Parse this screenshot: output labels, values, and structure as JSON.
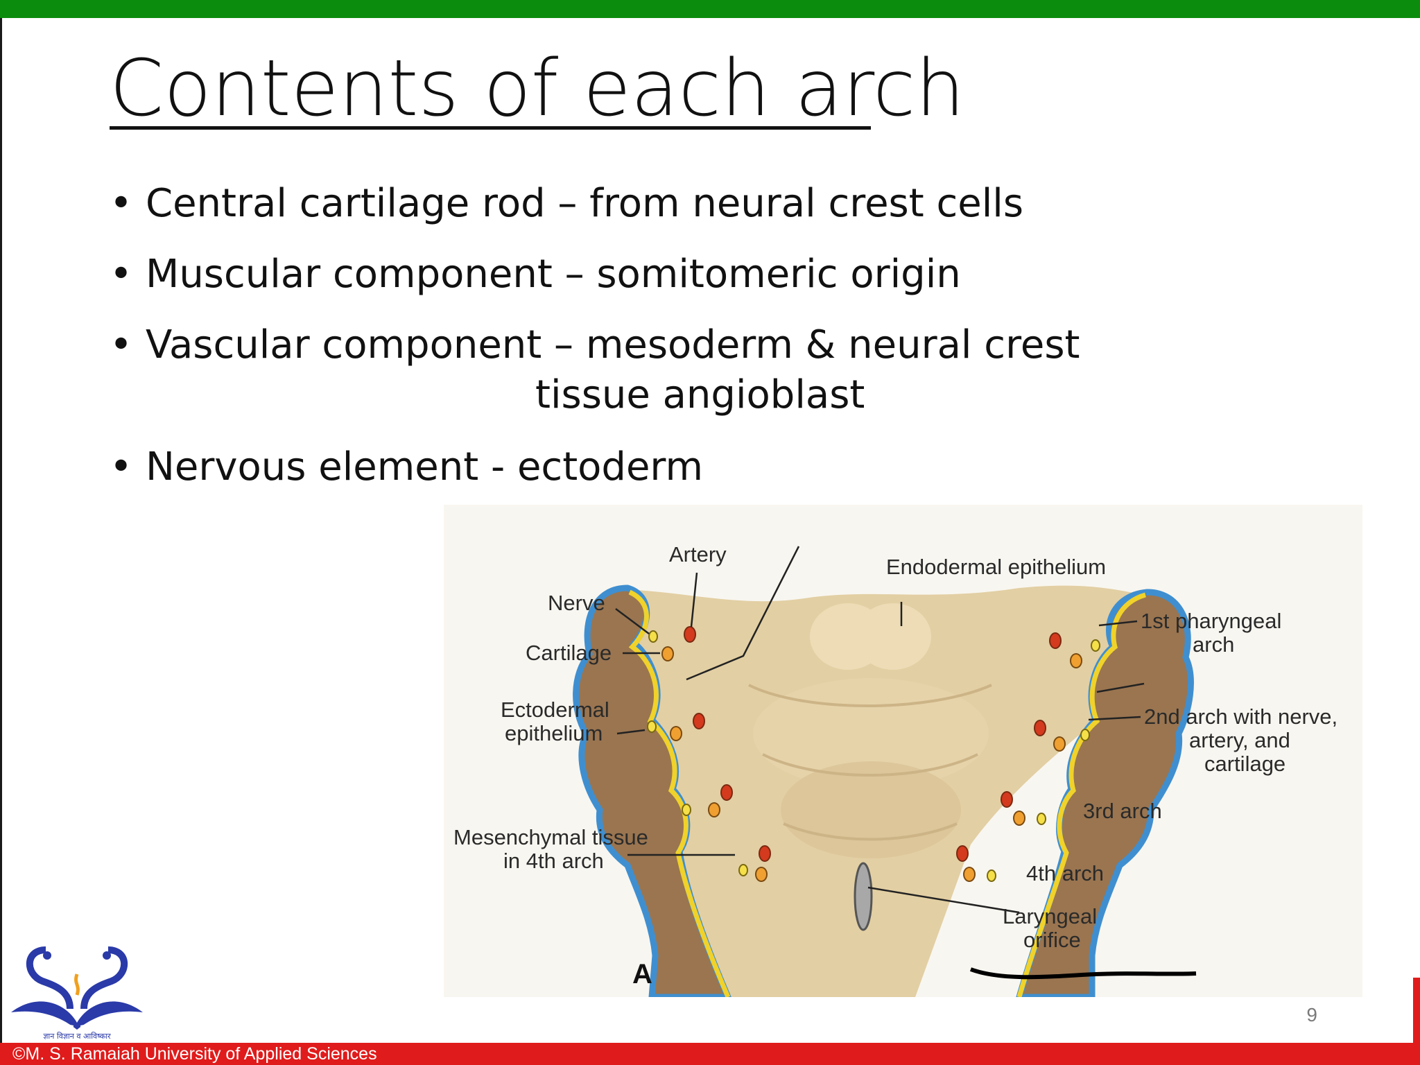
{
  "slide": {
    "title": "Contents of each arch",
    "bullets": [
      {
        "text": "Central cartilage rod – from neural crest cells"
      },
      {
        "text": "Muscular component – somitomeric origin"
      },
      {
        "text": "Vascular component – mesoderm & neural crest",
        "continuation": "tissue  angioblast"
      },
      {
        "text": "Nervous element - ectoderm"
      }
    ],
    "page_number": "9"
  },
  "figure": {
    "panel_letter": "A",
    "labels": {
      "artery": "Artery",
      "nerve": "Nerve",
      "cartilage": "Cartilage",
      "ectodermal_1": "Ectodermal",
      "ectodermal_2": "epithelium",
      "mesenchymal_1": "Mesenchymal tissue",
      "mesenchymal_2": "in 4th arch",
      "endodermal": "Endodermal epithelium",
      "first_arch_1": "1st pharyngeal",
      "first_arch_2": "arch",
      "second_arch_1": "2nd arch with nerve,",
      "second_arch_2": "artery, and",
      "second_arch_3": "cartilage",
      "third_arch": "3rd arch",
      "fourth_arch": "4th arch",
      "laryngeal_1": "Laryngeal",
      "laryngeal_2": "orifice"
    }
  },
  "footer": {
    "text": "©M. S. Ramaiah University of Applied Sciences",
    "logo_text": "ज्ञान विज्ञान व आविष्कार"
  },
  "colors": {
    "top_bar": "#0c8c0c",
    "footer_bar": "#e01b1b",
    "logo_blue": "#2a3aa8",
    "tissue_brown": "#9a7550",
    "pharynx_beige": "#e2cfa3",
    "ectoderm_blue": "#3f8fd0",
    "endoderm_yellow": "#f0d22a",
    "artery_red": "#d43a1e",
    "cartilage_orange": "#f0a030",
    "nerve_yellow": "#f5e04a"
  }
}
